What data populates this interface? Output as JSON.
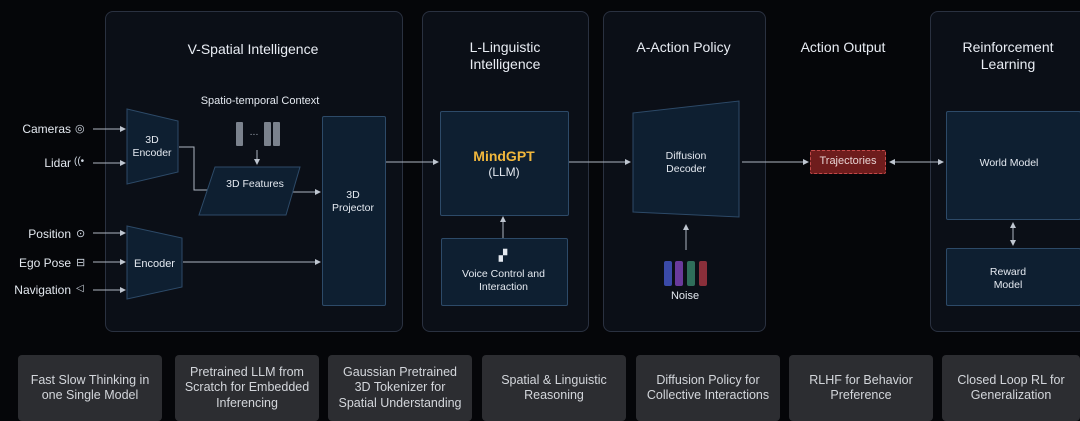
{
  "inputs": [
    {
      "label": "Cameras",
      "icon": "camera-icon",
      "glyph": "◎"
    },
    {
      "label": "Lidar",
      "icon": "lidar-icon",
      "glyph": "((•"
    },
    {
      "label": "Position",
      "icon": "location-pin-icon",
      "glyph": "⊙"
    },
    {
      "label": "Ego Pose",
      "icon": "car-icon",
      "glyph": "⊟"
    },
    {
      "label": "Navigation",
      "icon": "navigation-arrow-icon",
      "glyph": "◁"
    }
  ],
  "spatial": {
    "title": "V-Spatial Intelligence",
    "context_label": "Spatio-temporal Context",
    "context_dots": "...",
    "encoder_3d": "3D Encoder",
    "features_3d": "3D Features",
    "encoder": "Encoder",
    "projector": "3D Projector"
  },
  "linguistic": {
    "title": "L-Linguistic Intelligence",
    "llm_name": "MindGPT",
    "llm_sub": "(LLM)",
    "voice": "Voice Control and Interaction"
  },
  "action": {
    "title": "A-Action Policy",
    "decoder": "Diffusion Decoder",
    "noise": "Noise"
  },
  "output": {
    "title": "Action Output",
    "trajectories": "Trajectories"
  },
  "rl": {
    "title": "Reinforcement Learning",
    "world_model": "World Model",
    "reward_model": "Reward Model"
  },
  "features": [
    "Fast Slow Thinking in one Single Model",
    "Pretrained LLM from Scratch for Embedded Inferencing",
    "Gaussian Pretrained 3D Tokenizer for Spatial Understanding",
    "Spatial & Linguistic Reasoning",
    "Diffusion Policy for Collective Interactions",
    "RLHF for Behavior Preference",
    "Closed Loop RL for Generalization"
  ],
  "colors": {
    "background": "#050609",
    "panel": "#0b0f17",
    "box": "#0e1f31",
    "box_border": "#2d4a68",
    "trajectory_fill": "#6e1c1c",
    "trajectory_border": "#c44a4a",
    "llm_accent": "#f1b73c",
    "noise_bars": [
      "#3a4aa8",
      "#6a3a9c",
      "#2f6e5a",
      "#8a2f3a"
    ]
  }
}
